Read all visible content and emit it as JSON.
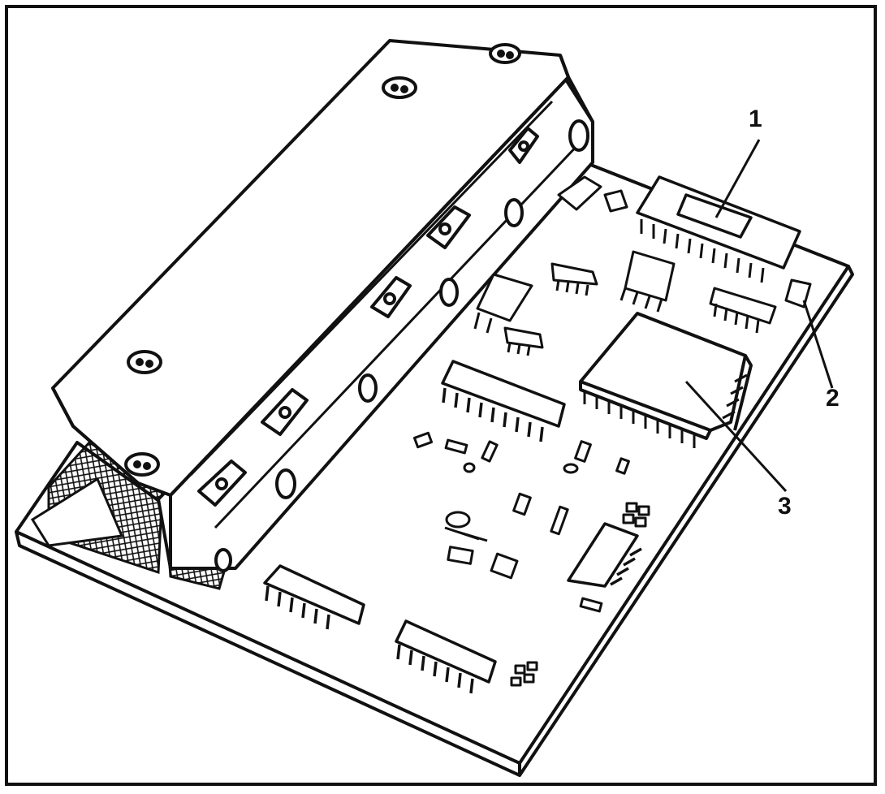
{
  "callouts": {
    "c1": "1",
    "c2": "2",
    "c3": "3"
  },
  "colors": {
    "ink": "#111111",
    "paper": "#ffffff"
  }
}
